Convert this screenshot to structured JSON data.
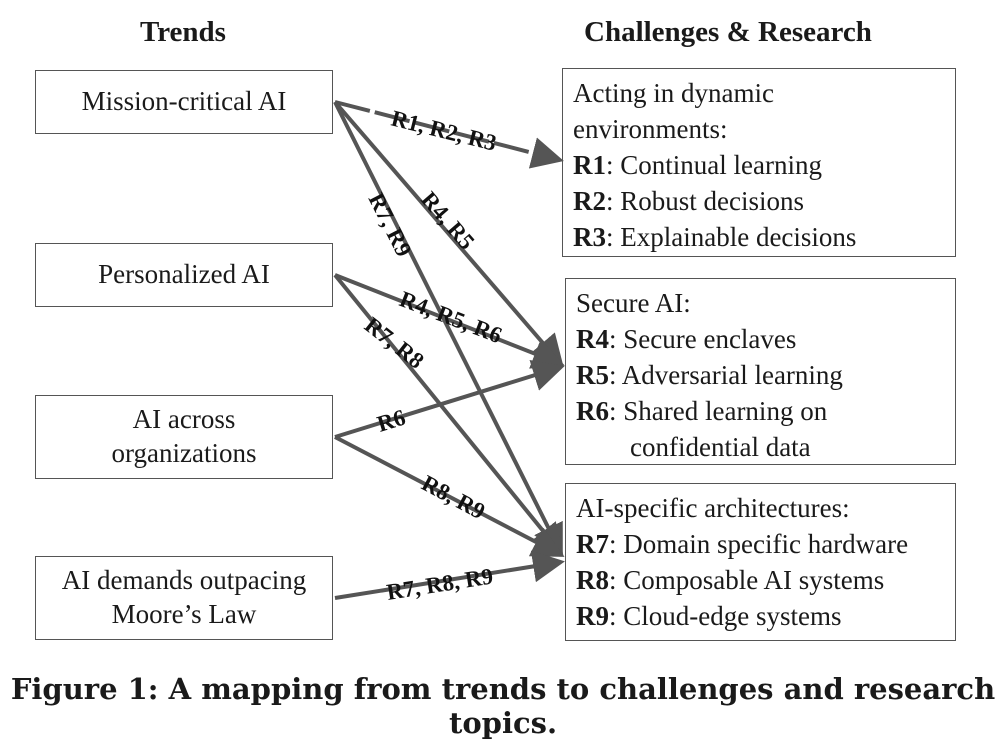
{
  "headings": {
    "trends": "Trends",
    "challenges": "Challenges & Research"
  },
  "trends": [
    {
      "lines": [
        "Mission-critical AI"
      ]
    },
    {
      "lines": [
        "Personalized AI"
      ]
    },
    {
      "lines": [
        "AI across",
        "organizations"
      ]
    },
    {
      "lines": [
        "AI demands outpacing",
        "Moore’s Law"
      ]
    }
  ],
  "challenges": [
    {
      "title_lines": [
        "Acting in dynamic",
        "environments:"
      ],
      "items": [
        {
          "code": "R1",
          "text": ": Continual learning"
        },
        {
          "code": "R2",
          "text": ": Robust decisions"
        },
        {
          "code": "R3",
          "text": ": Explainable decisions"
        }
      ]
    },
    {
      "title_lines": [
        "Secure AI:"
      ],
      "items": [
        {
          "code": "R4",
          "text": ": Secure enclaves"
        },
        {
          "code": "R5",
          "text": ": Adversarial learning"
        },
        {
          "code": "R6",
          "text": ": Shared learning on",
          "cont": "confidential data"
        }
      ]
    },
    {
      "title_lines": [
        "AI-specific architectures:"
      ],
      "items": [
        {
          "code": "R7",
          "text": ": Domain specific hardware"
        },
        {
          "code": "R8",
          "text": ": Composable AI systems"
        },
        {
          "code": "R9",
          "text": ": Cloud-edge systems"
        }
      ]
    }
  ],
  "arrows": [
    {
      "from": "Mission-critical AI",
      "to": "Acting in dynamic environments",
      "label": "R1, R2, R3"
    },
    {
      "from": "Mission-critical AI",
      "to": "Secure AI",
      "label": "R4, R5"
    },
    {
      "from": "Mission-critical AI",
      "to": "AI-specific architectures",
      "label": "R7, R9"
    },
    {
      "from": "Personalized AI",
      "to": "Secure AI",
      "label": "R4, R5, R6"
    },
    {
      "from": "Personalized AI",
      "to": "AI-specific architectures",
      "label": "R7, R8"
    },
    {
      "from": "AI across organizations",
      "to": "Secure AI",
      "label": "R6"
    },
    {
      "from": "AI across organizations",
      "to": "AI-specific architectures",
      "label": "R8, R9"
    },
    {
      "from": "AI demands outpacing Moore’s Law",
      "to": "AI-specific architectures",
      "label": "R7, R8, R9"
    }
  ],
  "caption": {
    "figure": "Figure 1:",
    "text": " A mapping from trends to challenges and research topics."
  },
  "colors": {
    "arrow": "#555555",
    "border": "#555555",
    "text": "#1a1a1a"
  }
}
